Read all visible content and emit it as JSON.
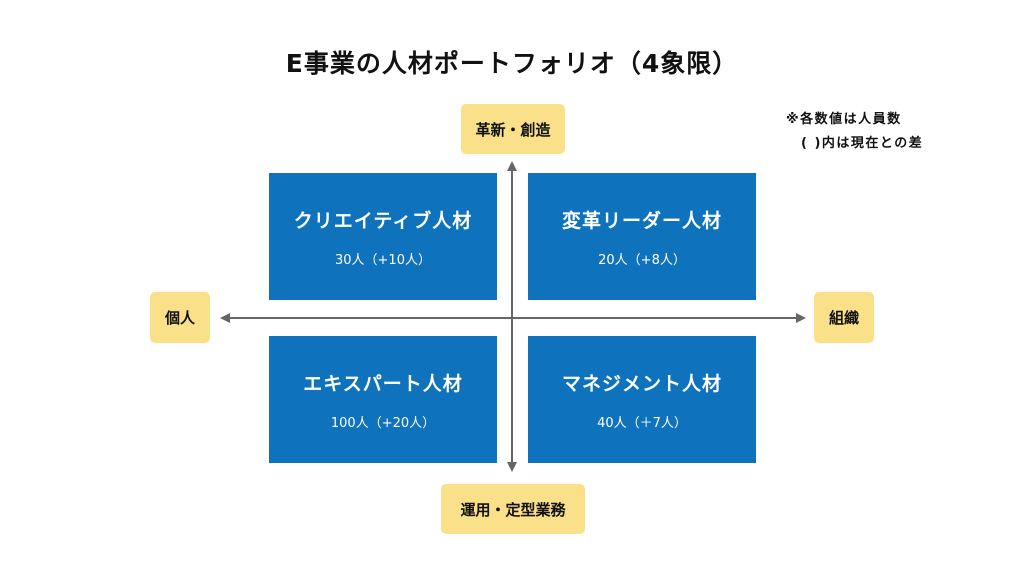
{
  "title": "E事業の人材ポートフォリオ（4象限）",
  "note": {
    "line1": "※各数値は人員数",
    "line2": "( )内は現在との差"
  },
  "axes": {
    "top": "革新・創造",
    "bottom": "運用・定型業務",
    "left": "個人",
    "right": "組織"
  },
  "quadrants": [
    {
      "title": "クリエイティブ人材",
      "value": "30人（+10人）"
    },
    {
      "title": "変革リーダー人材",
      "value": "20人（+8人）"
    },
    {
      "title": "エキスパート人材",
      "value": "100人（+20人）"
    },
    {
      "title": "マネジメント人材",
      "value": "40人（＋7人）"
    }
  ],
  "colors": {
    "quadrant": "#0e72bd",
    "label": "#fbe08a",
    "axis": "#666666"
  }
}
